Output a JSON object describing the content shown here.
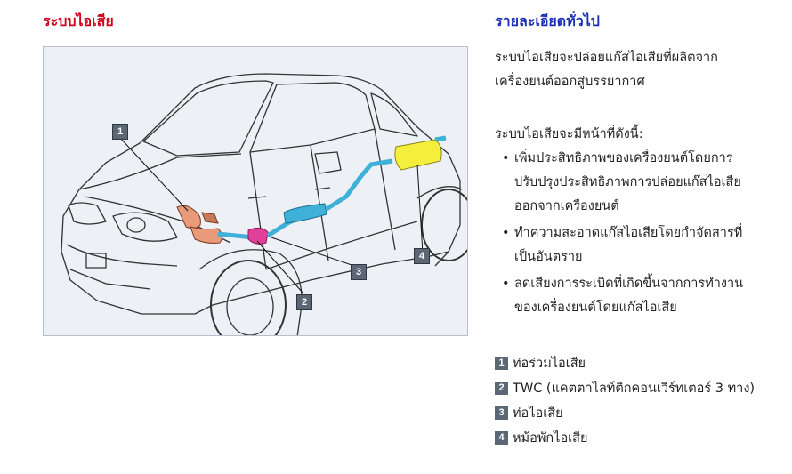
{
  "left_title": "ระบบไอเสีย",
  "right_title": "รายละเอียดทั่วไป",
  "description": "ระบบไอเสียจะปล่อยแก๊สไอเสียที่ผลิตจากเครื่องยนต์ออกสู่บรรยากาศ",
  "functions_heading": "ระบบไอเสียจะมีหน้าที่ดังนี้:",
  "functions": [
    "เพิ่มประสิทธิภาพของเครื่องยนต์โดยการปรับปรุงประสิทธิภาพการปล่อยแก๊สไอเสียออกจากเครื่องยนต์",
    "ทำความสะอาดแก๊สไอเสียโดยกำจัดสารที่เป็นอันตราย",
    "ลดเสียงการระเบิดที่เกิดขึ้นจากการทำงานของเครื่องยนต์โดยแก๊สไอเสีย"
  ],
  "callouts": [
    "1",
    "2",
    "3",
    "4"
  ],
  "legend": [
    {
      "num": "1",
      "label": "ท่อร่วมไอเสีย"
    },
    {
      "num": "2",
      "label": "TWC (แคตตาไลท์ติกคอนเวิร์ทเตอร์ 3 ทาง)"
    },
    {
      "num": "3",
      "label": "ท่อไอเสีย"
    },
    {
      "num": "4",
      "label": "หม้อพักไอเสีย"
    }
  ],
  "colors": {
    "left_title": "#d0021b",
    "right_title": "#1b2fb5",
    "callout_bg": "#5b6775",
    "manifold": "#e89a7a",
    "twc": "#e0409a",
    "pipe": "#3fb0d8",
    "muffler": "#f4ef3c"
  }
}
